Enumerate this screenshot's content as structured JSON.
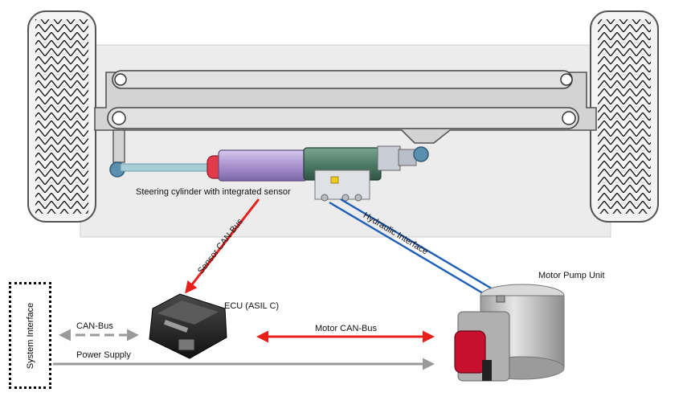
{
  "labels": {
    "steering_cylinder": "Steering cylinder with integrated sensor",
    "sensor_can_bus": "Sensor CAN-Bus",
    "hydraulic_interface": "Hydraulic Interface",
    "motor_pump_unit": "Motor Pump Unit",
    "ecu": "ECU (ASIL C)",
    "system_interface": "System Interface",
    "can_bus": "CAN-Bus",
    "motor_can_bus": "Motor CAN-Bus",
    "power_supply": "Power Supply"
  },
  "colors": {
    "sensor_link": "#e8201c",
    "motor_link": "#e8201c",
    "hydraulic_link": "#1f5fb8",
    "can_link": "#9a9a9a",
    "power_link": "#9a9a9a",
    "chassis": "#d7d7d7",
    "cylinder_purple": "#b9a8d8",
    "cylinder_green": "#4f7c68",
    "pump_red": "#c8102e"
  }
}
